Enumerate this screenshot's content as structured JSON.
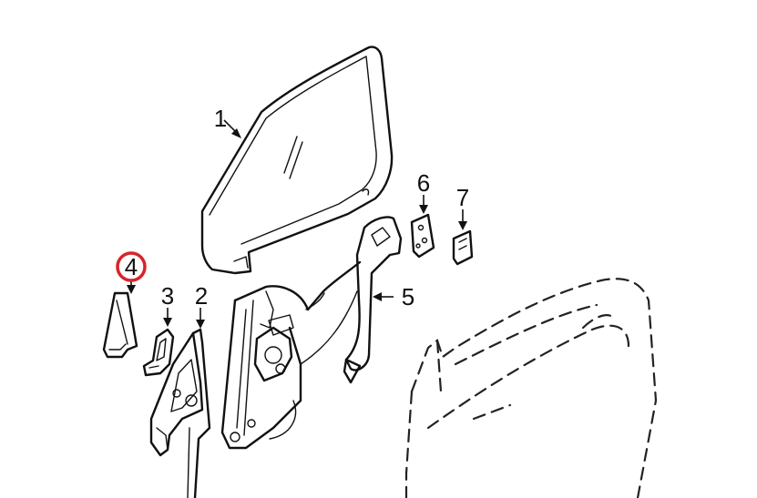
{
  "callouts": [
    {
      "number": "1",
      "part": "door-glass"
    },
    {
      "number": "2",
      "part": "mirror-mount-trim"
    },
    {
      "number": "3",
      "part": "mirror-seal-bracket"
    },
    {
      "number": "4",
      "part": "corner-trim-cover",
      "highlighted": true
    },
    {
      "number": "5",
      "part": "window-regulator"
    },
    {
      "number": "6",
      "part": "glass-clamp-plate"
    },
    {
      "number": "7",
      "part": "guide-plate"
    }
  ],
  "highlight_color": "#d9242a",
  "line_color": "#111111"
}
